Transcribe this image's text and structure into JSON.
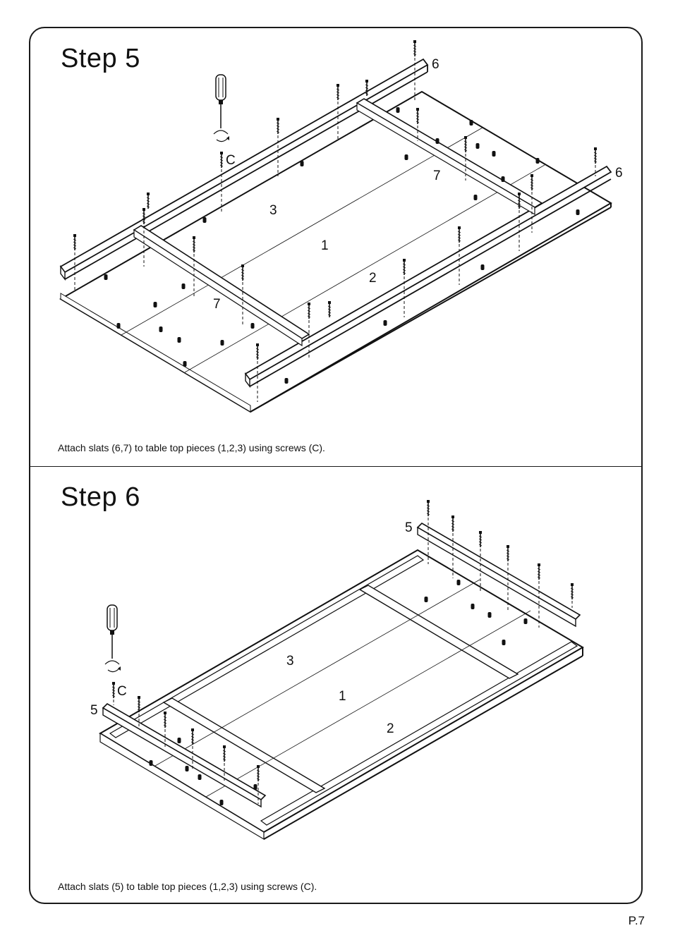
{
  "step5": {
    "title": "Step  5",
    "caption": "Attach slats (6,7) to table top pieces (1,2,3) using screws (C).",
    "labels": {
      "top_slat": "6",
      "right_slat": "6",
      "cross_slat_back": "7",
      "cross_slat_front": "7",
      "piece_3": "3",
      "piece_1": "1",
      "piece_2": "2",
      "screw": "C"
    }
  },
  "step6": {
    "title": "Step  6",
    "caption": "Attach slats (5) to table top pieces (1,2,3) using screws (C).",
    "labels": {
      "right_slat": "5",
      "left_slat": "5",
      "piece_3": "3",
      "piece_1": "1",
      "piece_2": "2",
      "screw": "C"
    }
  },
  "footer": {
    "page": "P.7"
  }
}
